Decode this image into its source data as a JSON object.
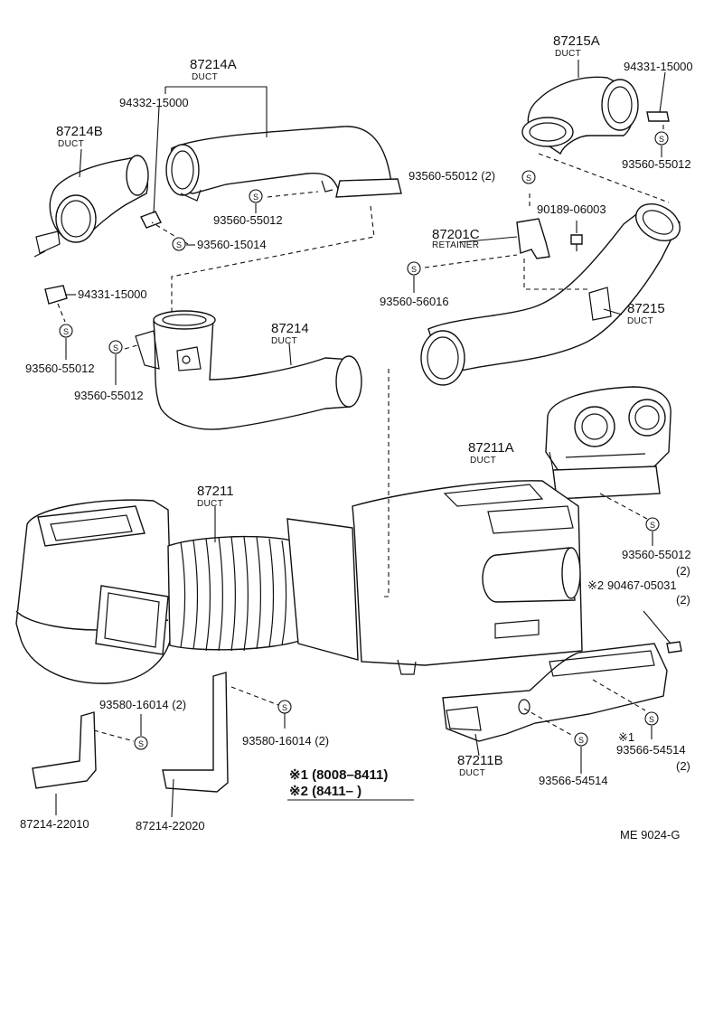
{
  "labels": {
    "p87214A": "87214A",
    "p87214A_name": "DUCT",
    "p94332_15000": "94332-15000",
    "p87214B": "87214B",
    "p87214B_name": "DUCT",
    "p93560_55012_a": "93560-55012",
    "p93560_15014": "93560-15014",
    "p87215A": "87215A",
    "p87215A_name": "DUCT",
    "p94331_15000_a": "94331-15000",
    "p93560_55012_b": "93560-55012",
    "p93560_55012_c": "93560-55012 (2)",
    "p90189_06003": "90189-06003",
    "p87201C": "87201C",
    "p87201C_name": "RETAINER",
    "p93560_56016": "93560-56016",
    "p87215": "87215",
    "p87215_name": "DUCT",
    "p94331_15000_b": "94331-15000",
    "p93560_55012_d": "93560-55012",
    "p93560_55012_e": "93560-55012",
    "p87214": "87214",
    "p87214_name": "DUCT",
    "p87211A": "87211A",
    "p87211A_name": "DUCT",
    "p87211": "87211",
    "p87211_name": "DUCT",
    "p93560_55012_f": "93560-55012",
    "p93560_55012_f_qty": "(2)",
    "p90467_05031": "90467-05031",
    "p90467_05031_qty": "(2)",
    "p93580_16014_a": "93580-16014  (2)",
    "p93580_16014_b": "93580-16014  (2)",
    "p87211B": "87211B",
    "p87211B_name": "DUCT",
    "p93566_54514_a": "93566-54514",
    "p93566_54514_a_qty": "(2)",
    "p93566_54514_b": "93566-54514",
    "p87214_22010": "87214-22010",
    "p87214_22020": "87214-22020",
    "mark1": "※1",
    "mark2": "※2",
    "symbol_letter": "S"
  },
  "notes": {
    "note1": "※1 (8008–8411)",
    "note2": "※2 (8411–        )"
  },
  "footer": {
    "code": "ME  9024-G"
  }
}
